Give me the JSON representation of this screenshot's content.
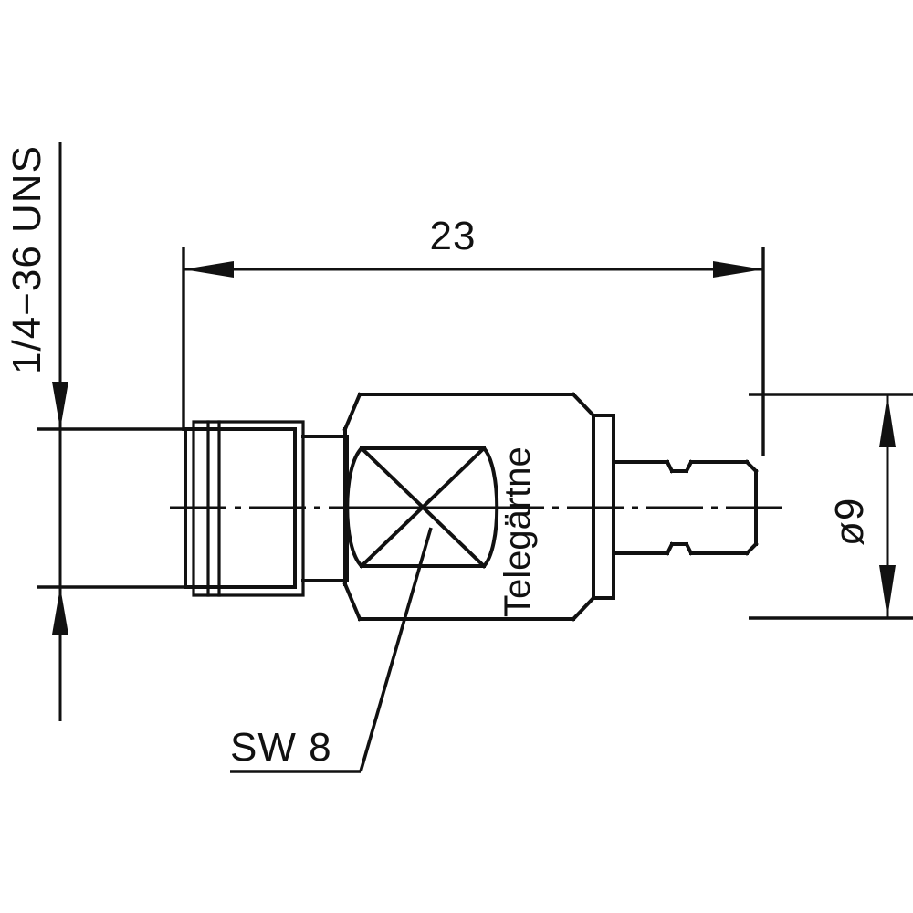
{
  "drawing": {
    "title": "RF coaxial adapter outline drawing",
    "background_color": "#ffffff",
    "line_color": "#111111",
    "dimensions": {
      "length": {
        "value": "23",
        "name": "overall-length",
        "orientation": "horizontal",
        "position": "top"
      },
      "diameter": {
        "value": "ø9",
        "name": "body-diameter",
        "orientation": "vertical-rotated",
        "position": "right"
      },
      "thread": {
        "value": "1/4−36 UNS",
        "name": "thread-spec",
        "orientation": "vertical-rotated",
        "position": "left"
      },
      "wrench": {
        "value": "SW 8",
        "name": "wrench-size",
        "orientation": "horizontal",
        "position": "bottom-left"
      }
    },
    "branding": {
      "manufacturer": "Telegärtne",
      "orientation": "vertical-rotated"
    },
    "icons": {
      "arrow": "arrow-head-icon",
      "centerline": "center-axis-icon",
      "leader": "leader-line-icon"
    }
  }
}
